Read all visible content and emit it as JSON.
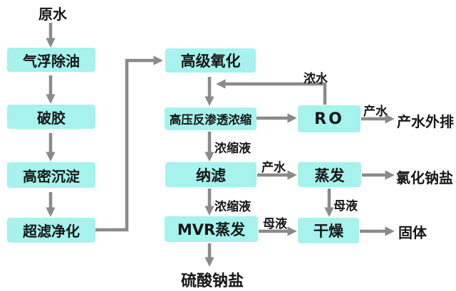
{
  "diagram": {
    "type": "flowchart",
    "description": "Wastewater zero-liquid-discharge treatment process flow",
    "colors": {
      "box_fill": "#a6f2ec",
      "arrow": "#8a8a8a",
      "text": "#161616",
      "background": "#ffffff"
    },
    "nodes": {
      "raw_water": {
        "label": "原水",
        "kind": "text"
      },
      "air_flotation": {
        "label": "气浮除油",
        "kind": "box"
      },
      "gel_breaking": {
        "label": "破胶",
        "kind": "box"
      },
      "high_density_sedimentation": {
        "label": "高密沉淀",
        "kind": "box"
      },
      "ultrafiltration": {
        "label": "超滤净化",
        "kind": "box"
      },
      "advanced_oxidation": {
        "label": "高级氧化",
        "kind": "box"
      },
      "hp_reverse_osmosis": {
        "label": "高压反渗透浓缩",
        "kind": "box"
      },
      "nanofiltration": {
        "label": "纳滤",
        "kind": "box"
      },
      "mvr_evaporation": {
        "label": "MVR蒸发",
        "kind": "box"
      },
      "ro": {
        "label": "RO",
        "kind": "box"
      },
      "evaporation": {
        "label": "蒸发",
        "kind": "box"
      },
      "drying": {
        "label": "干燥",
        "kind": "box"
      },
      "sodium_sulfate_salt": {
        "label": "硫酸钠盐",
        "kind": "text"
      },
      "product_water_discharge": {
        "label": "产水外排",
        "kind": "text"
      },
      "sodium_chloride_salt": {
        "label": "氯化钠盐",
        "kind": "text"
      },
      "solid": {
        "label": "固体",
        "kind": "text"
      }
    },
    "edge_labels": {
      "concentrated_water": "浓水",
      "ro_product_water": "产水",
      "nf_product_water": "产水",
      "concentrate_to_nf": "浓缩液",
      "concentrate_to_mvr": "浓缩液",
      "mother_liquor_evap": "母液",
      "mother_liquor_mvr": "母液"
    },
    "edges": [
      {
        "from": "raw_water",
        "to": "air_flotation"
      },
      {
        "from": "air_flotation",
        "to": "gel_breaking"
      },
      {
        "from": "gel_breaking",
        "to": "high_density_sedimentation"
      },
      {
        "from": "high_density_sedimentation",
        "to": "ultrafiltration"
      },
      {
        "from": "ultrafiltration",
        "to": "advanced_oxidation"
      },
      {
        "from": "advanced_oxidation",
        "to": "hp_reverse_osmosis"
      },
      {
        "from": "ro",
        "to": "feed_line_advanced_oxidation_to_hp_reverse_osmosis",
        "label_key": "concentrated_water"
      },
      {
        "from": "hp_reverse_osmosis",
        "to": "ro"
      },
      {
        "from": "ro",
        "to": "product_water_discharge",
        "label_key": "ro_product_water"
      },
      {
        "from": "hp_reverse_osmosis",
        "to": "nanofiltration",
        "label_key": "concentrate_to_nf"
      },
      {
        "from": "nanofiltration",
        "to": "evaporation",
        "label_key": "nf_product_water"
      },
      {
        "from": "evaporation",
        "to": "sodium_chloride_salt"
      },
      {
        "from": "nanofiltration",
        "to": "mvr_evaporation",
        "label_key": "concentrate_to_mvr"
      },
      {
        "from": "evaporation",
        "to": "drying",
        "label_key": "mother_liquor_evap"
      },
      {
        "from": "mvr_evaporation",
        "to": "drying",
        "label_key": "mother_liquor_mvr"
      },
      {
        "from": "mvr_evaporation",
        "to": "sodium_sulfate_salt"
      },
      {
        "from": "drying",
        "to": "solid"
      }
    ]
  }
}
